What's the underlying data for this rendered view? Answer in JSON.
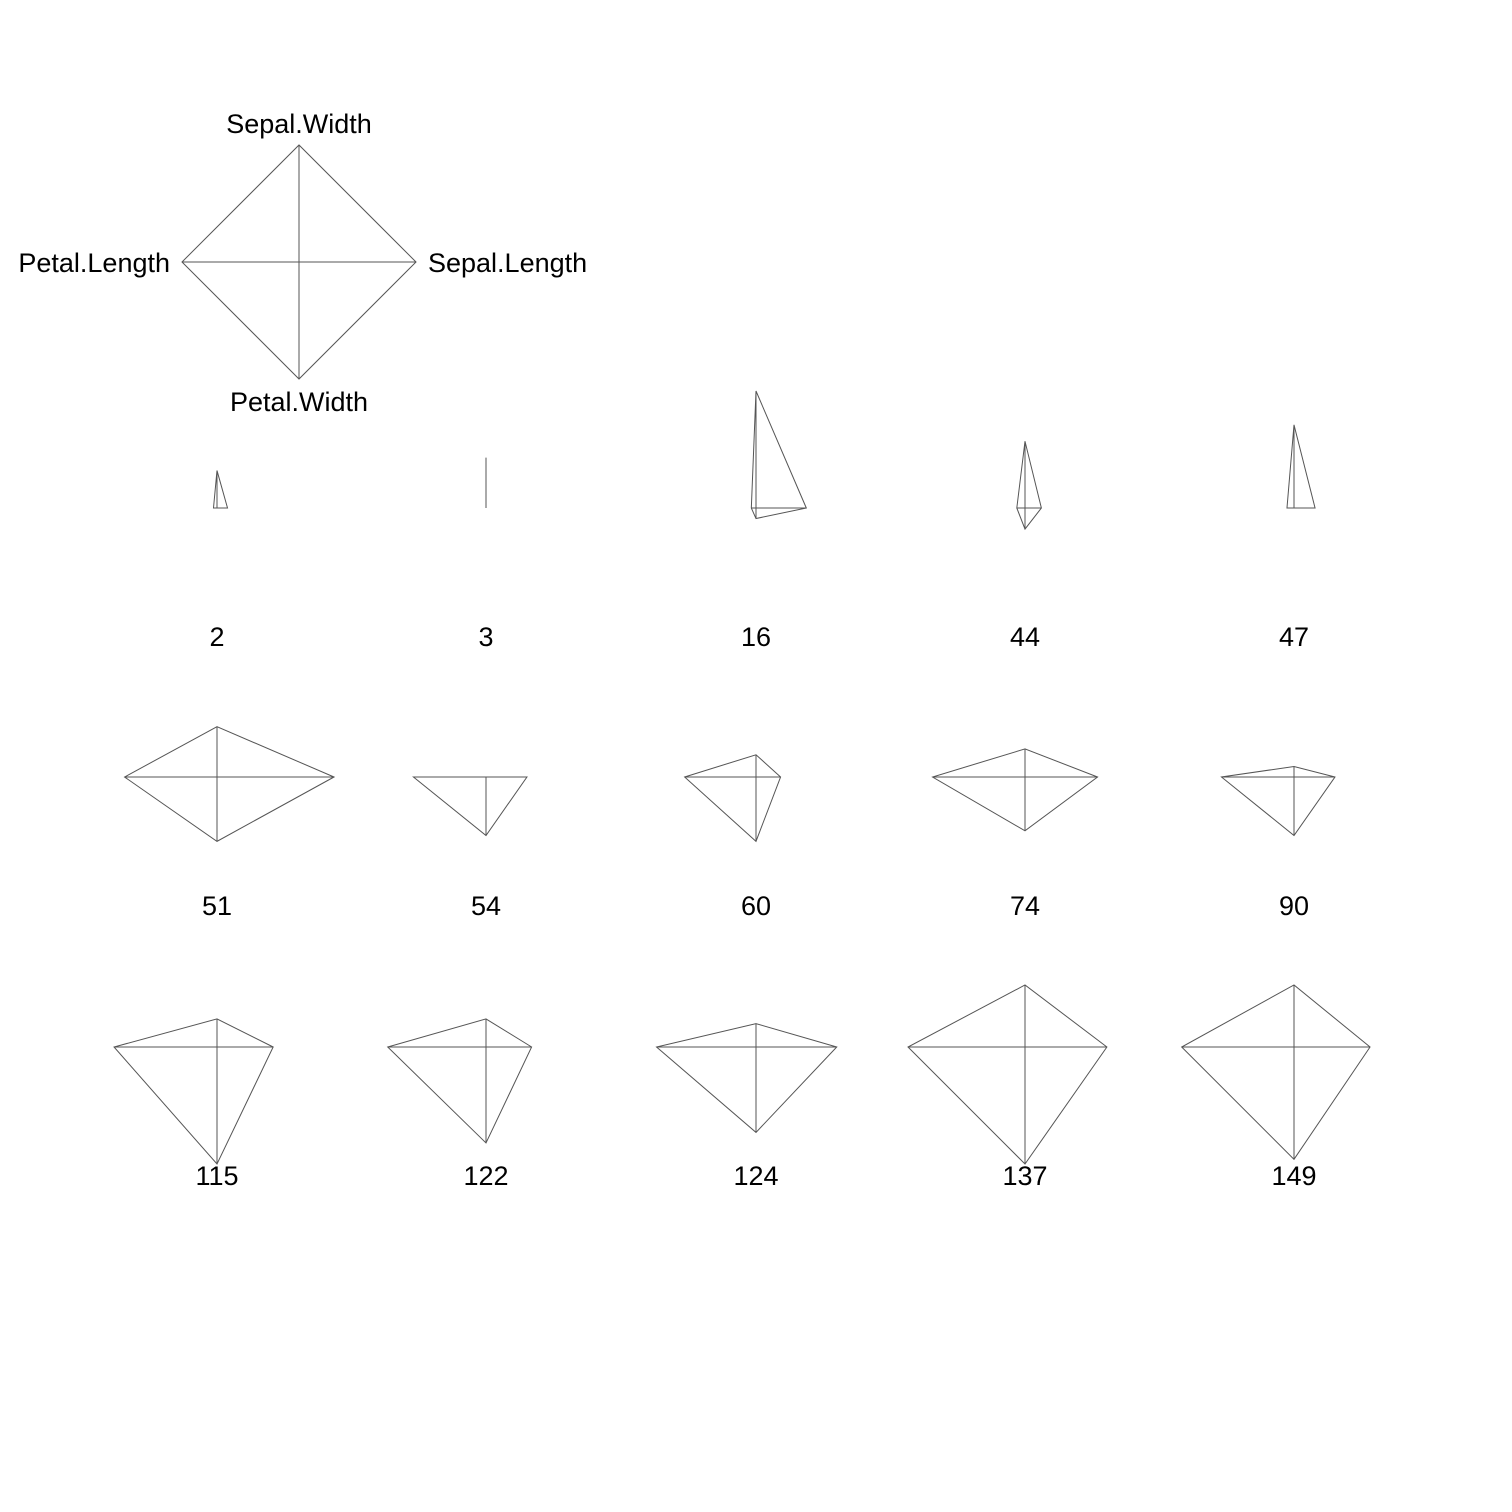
{
  "chart_data": {
    "type": "star",
    "title": "",
    "variables": [
      "Sepal.Length",
      "Sepal.Width",
      "Petal.Length",
      "Petal.Width"
    ],
    "scale": [
      0,
      1
    ],
    "key": {
      "labels": [
        "Sepal.Length",
        "Sepal.Width",
        "Petal.Length",
        "Petal.Width"
      ]
    },
    "stars": [
      {
        "label": "2",
        "values": [
          0.09,
          0.32,
          0.03,
          0.0
        ]
      },
      {
        "label": "3",
        "values": [
          0.0,
          0.43,
          0.0,
          0.0
        ]
      },
      {
        "label": "16",
        "values": [
          0.43,
          1.0,
          0.04,
          0.09
        ]
      },
      {
        "label": "44",
        "values": [
          0.14,
          0.57,
          0.07,
          0.18
        ]
      },
      {
        "label": "47",
        "values": [
          0.18,
          0.71,
          0.06,
          0.0
        ]
      },
      {
        "label": "51",
        "values": [
          1.0,
          0.43,
          0.79,
          0.55
        ]
      },
      {
        "label": "54",
        "values": [
          0.35,
          0.0,
          0.62,
          0.5
        ]
      },
      {
        "label": "60",
        "values": [
          0.21,
          0.19,
          0.61,
          0.55
        ]
      },
      {
        "label": "74",
        "values": [
          0.62,
          0.24,
          0.79,
          0.46
        ]
      },
      {
        "label": "90",
        "values": [
          0.35,
          0.09,
          0.62,
          0.5
        ]
      },
      {
        "label": "115",
        "values": [
          0.48,
          0.24,
          0.88,
          1.0
        ]
      },
      {
        "label": "122",
        "values": [
          0.39,
          0.24,
          0.84,
          0.82
        ]
      },
      {
        "label": "124",
        "values": [
          0.69,
          0.2,
          0.85,
          0.73
        ]
      },
      {
        "label": "137",
        "values": [
          0.7,
          0.53,
          1.0,
          1.0
        ]
      },
      {
        "label": "149",
        "values": [
          0.65,
          0.53,
          0.96,
          0.96
        ]
      }
    ]
  }
}
